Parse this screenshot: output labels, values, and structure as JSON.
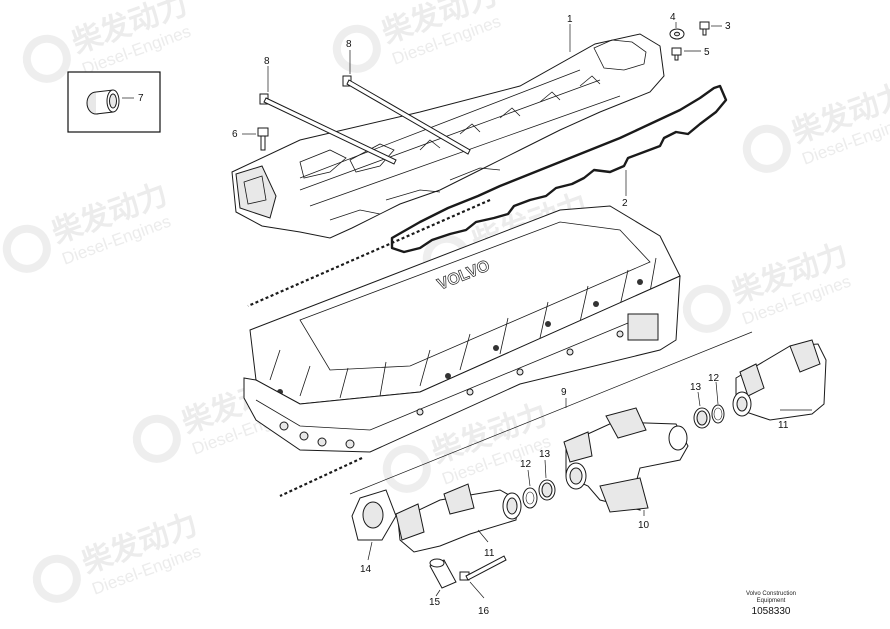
{
  "watermark": {
    "brand_cn": "柴发动力",
    "brand_en": "Diesel-Engines"
  },
  "callouts": {
    "c1": "1",
    "c2": "2",
    "c3": "3",
    "c4": "4",
    "c5": "5",
    "c6": "6",
    "c7": "7",
    "c8a": "8",
    "c8b": "8",
    "c9": "9",
    "c10": "10",
    "c11a": "11",
    "c11b": "11",
    "c12a": "12",
    "c12b": "12",
    "c13a": "13",
    "c13b": "13",
    "c14": "14",
    "c15": "15",
    "c16": "16"
  },
  "cover_emboss": "VOLVO",
  "footer": {
    "line1": "Volvo Construction",
    "line2": "Equipment",
    "drawing_number": "1058330"
  }
}
